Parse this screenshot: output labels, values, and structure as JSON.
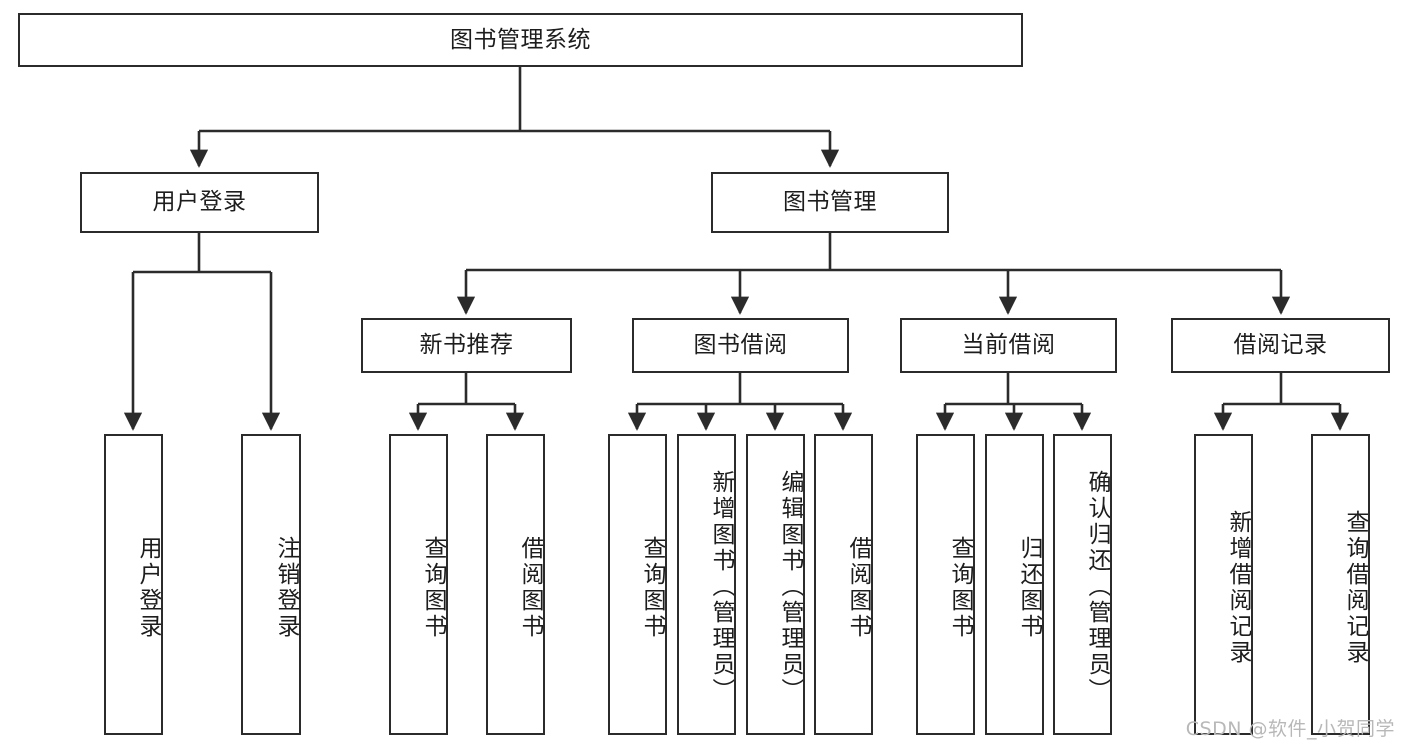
{
  "diagram": {
    "title": "图书管理系统",
    "root": {
      "id": "root",
      "label": "图书管理系统"
    },
    "level2": [
      {
        "id": "user-login",
        "label": "用户登录"
      },
      {
        "id": "book-management",
        "label": "图书管理"
      }
    ],
    "level3": [
      {
        "id": "new-book-recommend",
        "label": "新书推荐"
      },
      {
        "id": "book-borrow",
        "label": "图书借阅"
      },
      {
        "id": "current-borrow",
        "label": "当前借阅"
      },
      {
        "id": "borrow-record",
        "label": "借阅记录"
      }
    ],
    "leaves": [
      {
        "id": "leaf-user-login",
        "label": "用户登录",
        "parent": "user-login"
      },
      {
        "id": "leaf-logout-login",
        "label": "注销登录",
        "parent": "user-login"
      },
      {
        "id": "leaf-query-book-1",
        "label": "查询图书",
        "parent": "new-book-recommend"
      },
      {
        "id": "leaf-borrow-book-1",
        "label": "借阅图书",
        "parent": "new-book-recommend"
      },
      {
        "id": "leaf-query-book-2",
        "label": "查询图书",
        "parent": "book-borrow"
      },
      {
        "id": "leaf-add-book",
        "label": "新增图书（管理员）",
        "parent": "book-borrow"
      },
      {
        "id": "leaf-edit-book",
        "label": "编辑图书（管理员）",
        "parent": "book-borrow"
      },
      {
        "id": "leaf-borrow-book-2",
        "label": "借阅图书",
        "parent": "book-borrow"
      },
      {
        "id": "leaf-query-book-3",
        "label": "查询图书",
        "parent": "current-borrow"
      },
      {
        "id": "leaf-return-book",
        "label": "归还图书",
        "parent": "current-borrow"
      },
      {
        "id": "leaf-confirm-return",
        "label": "确认归还（管理员）",
        "parent": "current-borrow"
      },
      {
        "id": "leaf-add-record",
        "label": "新增借阅记录",
        "parent": "borrow-record"
      },
      {
        "id": "leaf-query-record",
        "label": "查询借阅记录",
        "parent": "borrow-record"
      }
    ]
  },
  "watermark": {
    "text": "CSDN @软件_小贺同学"
  },
  "colors": {
    "stroke": "#2b2b2b",
    "background": "#ffffff",
    "text": "#1d1d1d",
    "watermark": "#b8b8b8"
  }
}
